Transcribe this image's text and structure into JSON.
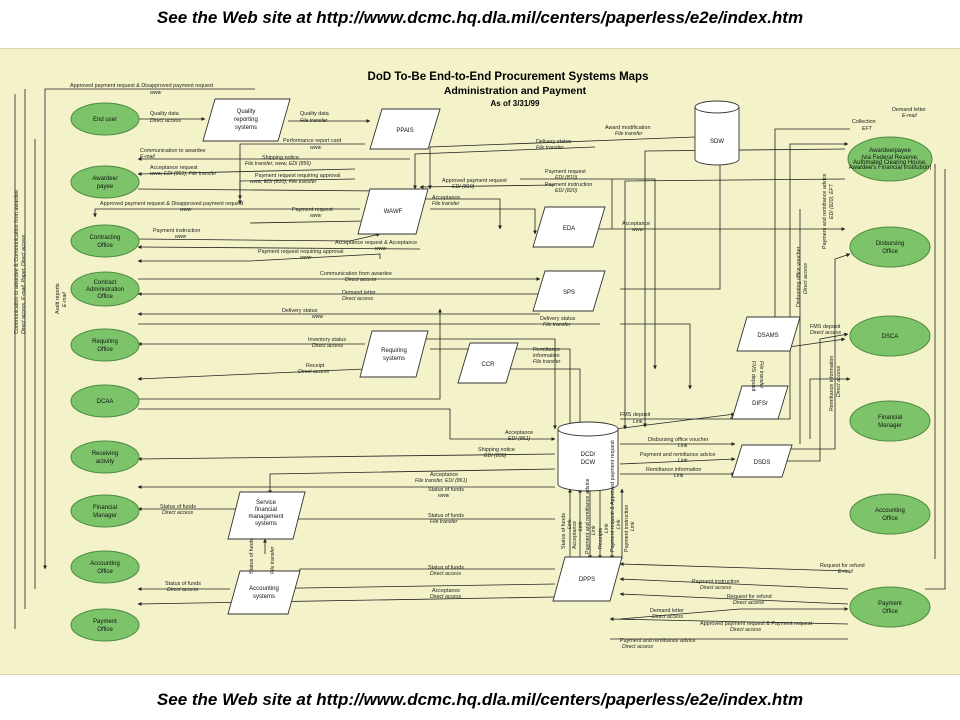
{
  "banner_top": "See the Web site at http://www.dcmc.hq.dla.mil/centers/paperless/e2e/index.htm",
  "banner_bottom": "See the Web site at http://www.dcmc.hq.dla.mil/centers/paperless/e2e/index.htm",
  "title": {
    "line1": "DoD To-Be End-to-End Procurement Systems Maps",
    "line2": "Administration and Payment",
    "line3": "As of 3/31/99"
  },
  "ovals_left": [
    {
      "line1": "End user",
      "line2": ""
    },
    {
      "line1": "Awardee/",
      "line2": "payee"
    },
    {
      "line1": "Contracting",
      "line2": "Office"
    },
    {
      "line1": "Contract",
      "line2": "Administration",
      "line3": "Office"
    },
    {
      "line1": "Requiring",
      "line2": "Office"
    },
    {
      "line1": "DCAA",
      "line2": ""
    },
    {
      "line1": "Receiving",
      "line2": "activity"
    },
    {
      "line1": "Financial",
      "line2": "Manager"
    },
    {
      "line1": "Accounting",
      "line2": "Office"
    },
    {
      "line1": "Payment",
      "line2": "Office"
    }
  ],
  "ovals_right": [
    {
      "line1": "Awardee/payee",
      "line2": "(via Federal Reserve,",
      "line3": "Automated Clearing House,",
      "line4": "Awardee's Financial Institution)"
    },
    {
      "line1": "Disbursing",
      "line2": "Office"
    },
    {
      "line1": "DSCA",
      "line2": ""
    },
    {
      "line1": "Financial",
      "line2": "Manager"
    },
    {
      "line1": "Accounting",
      "line2": "Office"
    },
    {
      "line1": "Payment",
      "line2": "Office"
    }
  ],
  "systems": {
    "quality": {
      "line1": "Quality",
      "line2": "reporting",
      "line3": "systems"
    },
    "ppais": "PPAIS",
    "sdw": "SDW",
    "wawf": "WAWF",
    "eda": "EDA",
    "sps": "SPS",
    "requiring_sys": {
      "line1": "Requiring",
      "line2": "systems"
    },
    "ccr": "CCR",
    "dsams": "DSAMS",
    "difsr": "DIFSr",
    "dsds": "DSDS",
    "dcd": {
      "line1": "DCD/",
      "line2": "DCW"
    },
    "sfms": {
      "line1": "Service",
      "line2": "financial",
      "line3": "management",
      "line4": "systems"
    },
    "acct_sys": {
      "line1": "Accounting",
      "line2": "systems"
    },
    "dpps": "DPPS"
  },
  "flows": {
    "f1": {
      "t": "Approved payment request & Disapproved payment request",
      "m": "www"
    },
    "f2": {
      "t": "Quality data",
      "m": "Direct access"
    },
    "f3": {
      "t": "Quality data",
      "m": "File transfer"
    },
    "f4": {
      "t": "Performance report card",
      "m": "www"
    },
    "f5": {
      "t": "Communication to awardee",
      "m": "E-mail"
    },
    "f6": {
      "t": "Shipping notice",
      "m": "File transfer, www, EDI (856)"
    },
    "f7": {
      "t": "Acceptance request",
      "m": "www, EDI (861), File transfer"
    },
    "f8": {
      "t": "Payment request requiring approval",
      "m": "www, EDI (810), File transfer"
    },
    "f9": {
      "t": "Approved payment request & Disapproved payment request",
      "m": "www"
    },
    "f10": {
      "t": "Payment request",
      "m": "www"
    },
    "f11": {
      "t": "Payment instruction",
      "m": "www"
    },
    "f12": {
      "t": "Acceptance request & Acceptance",
      "m": "www"
    },
    "f13": {
      "t": "Payment request requiring approval",
      "m": "www"
    },
    "f14": {
      "t": "Award modification",
      "m": "File transfer"
    },
    "f15": {
      "t": "Delivery status",
      "m": "File transfer"
    },
    "f16": {
      "t": "Approved payment request",
      "m": "EDI (810)"
    },
    "f17": {
      "t": "Payment request",
      "m": "EDI (810)"
    },
    "f18": {
      "t": "Payment instruction",
      "m": "EDI (820)"
    },
    "f19": {
      "t": "Acceptance",
      "m": "File transfer"
    },
    "f20": {
      "t": "Acceptance",
      "m": "www"
    },
    "f21": {
      "t": "Communication from awardee",
      "m": "Direct access"
    },
    "f22": {
      "t": "Demand letter",
      "m": "Direct access"
    },
    "f23": {
      "t": "Delivery status",
      "m": "www"
    },
    "f24": {
      "t": "Delivery status",
      "m": "File transfer"
    },
    "f25": {
      "t": "Inventory status",
      "m": "Direct access"
    },
    "f26": {
      "t": "Receipt",
      "m": "Direct access"
    },
    "f27": {
      "t": "Remittance",
      "m": "information"
    },
    "f27b": "File transfer",
    "f28": {
      "t": "Demand letter",
      "m": "E-mail"
    },
    "f29": {
      "t": "Collection",
      "m": "EFT"
    },
    "f30": {
      "t": "FMS deposit",
      "m": "Link"
    },
    "f31": {
      "t": "Acceptance",
      "m": "EDI (861)"
    },
    "f32": {
      "t": "Shipping notice",
      "m": "EDI (856)"
    },
    "f33": {
      "t": "Acceptance",
      "m": "File transfer, EDI (861)"
    },
    "f34": {
      "t": "Disbursing office voucher",
      "m": "Link"
    },
    "f35": {
      "t": "Payment and remittance advice",
      "m": "Link"
    },
    "f36": {
      "t": "Remittance information",
      "m": "Link"
    },
    "f37": {
      "t": "Status of funds",
      "m": "www"
    },
    "f38": {
      "t": "Status of funds",
      "m": "File transfer"
    },
    "f39": {
      "t": "Status of funds",
      "m": "Direct access"
    },
    "f40": {
      "t": "Status of funds",
      "m": "Direct access"
    },
    "f41": {
      "t": "Status of funds",
      "m": "Direct access"
    },
    "f42": {
      "t": "Acceptance",
      "m": "Direct access"
    },
    "f43": {
      "t": "Request for refund",
      "m": "E-mail"
    },
    "f44": {
      "t": "Payment instruction",
      "m": "Direct access"
    },
    "f45": {
      "t": "Request for refund",
      "m": "Direct access"
    },
    "f46": {
      "t": "Demand letter",
      "m": "Direct access"
    },
    "f47": {
      "t": "Approved payment request & Payment request",
      "m": "Direct access"
    },
    "f48": {
      "t": "Payment and remittance advice",
      "m": "Direct access"
    },
    "f49": {
      "t": "FMS deposit",
      "m": "Direct access"
    },
    "v_fms": "FMS deposit",
    "v_fms_m": "File transfer",
    "v_sof": "Status of funds",
    "v_sof_m": "File transfer",
    "v_pra": "Payment and remittance advice",
    "v_pra_m": "EDI (820), EFT",
    "v_dov": "Disbursing office voucher",
    "v_dov_m": "Direct access",
    "v_ri": "Remittance information",
    "v_ri_m": "Direct access",
    "v_audit": "Audit reports",
    "v_audit_m": "E-mail",
    "v_left1": "Communication to awardee & Communication from awardee",
    "v_left2": "Direct access, E-mail, Paper, Direct access",
    "dpps_v": [
      "Status of funds",
      "Acceptance",
      "Payment and remittance advice",
      "Receipts",
      "Payment request & Approved payment request",
      "Payment instruction"
    ],
    "dpps_vm": [
      "Link",
      "Link",
      "Link",
      "Link",
      "Link",
      "Link"
    ]
  }
}
